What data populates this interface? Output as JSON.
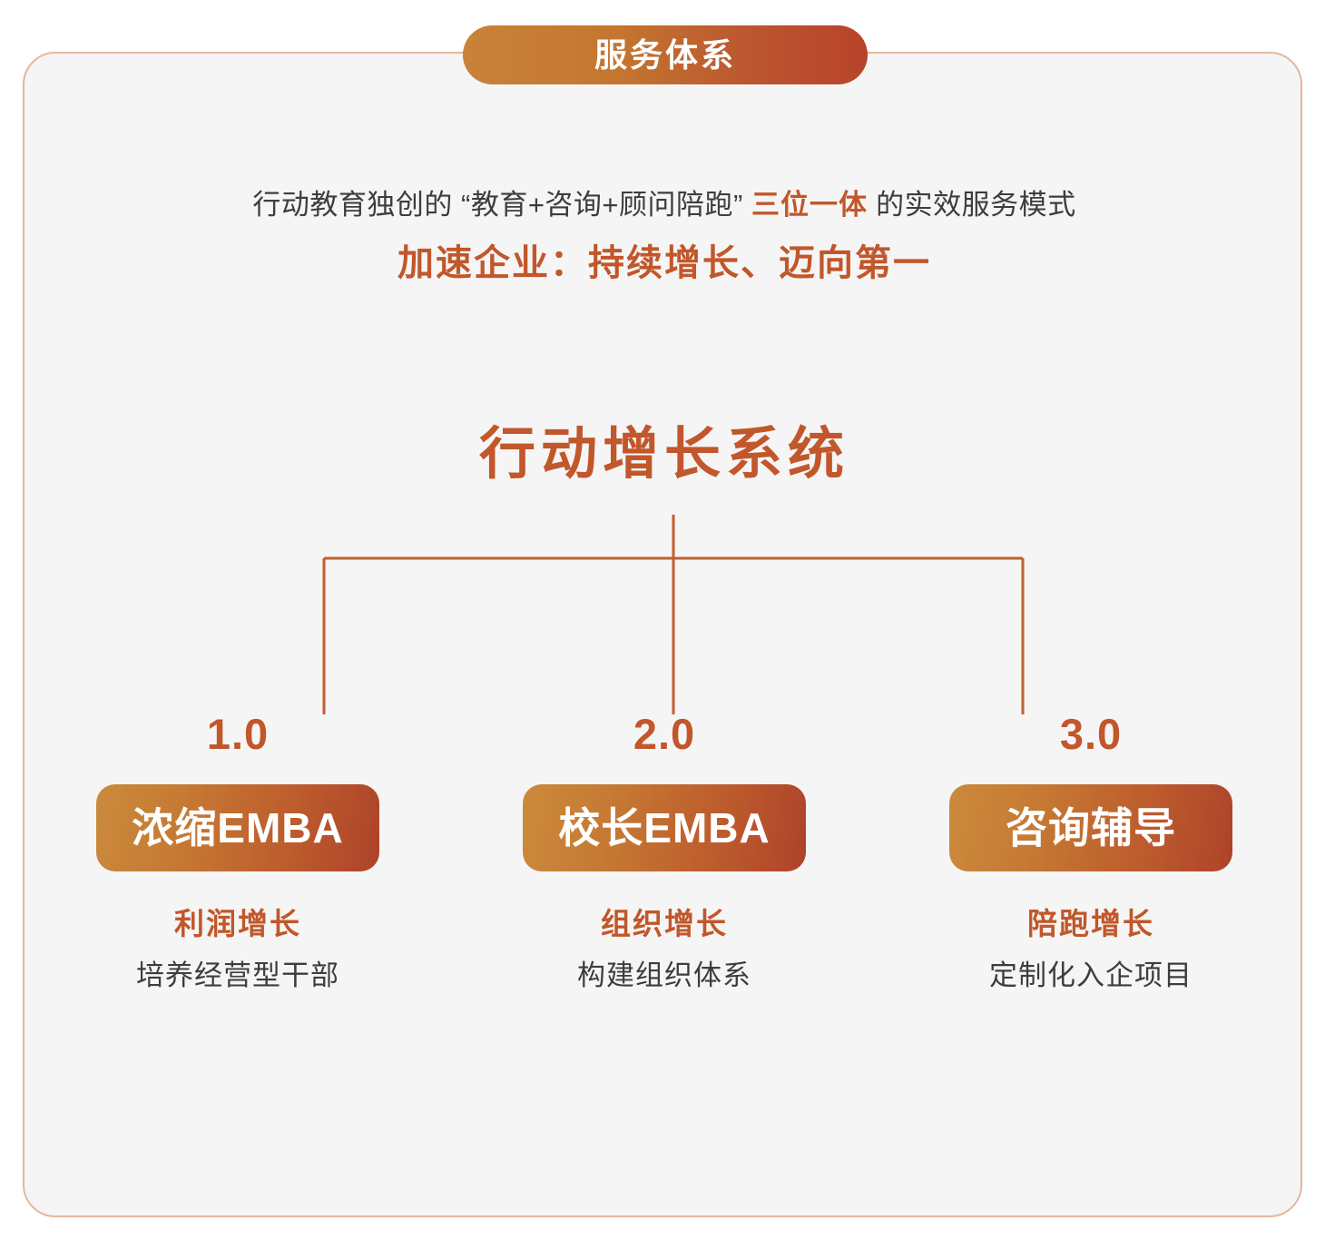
{
  "header": {
    "pill_label": "服务体系"
  },
  "intro": {
    "line1_prefix": "行动教育独创的 “教育+咨询+顾问陪跑” ",
    "line1_highlight": "三位一体",
    "line1_suffix": " 的实效服务模式",
    "line2": "加速企业：持续增长、迈向第一"
  },
  "system": {
    "title": "行动增长系统"
  },
  "columns": [
    {
      "version": "1.0",
      "badge_label": "浓缩EMBA",
      "heading": "利润增长",
      "description": "培养经营型干部"
    },
    {
      "version": "2.0",
      "badge_label": "校长EMBA",
      "heading": "组织增长",
      "description": "构建组织体系"
    },
    {
      "version": "3.0",
      "badge_label": "咨询辅导",
      "heading": "陪跑增长",
      "description": "定制化入企项目"
    }
  ],
  "colors": {
    "accent_orange": "#c1572a",
    "gradient_start": "#cb8a3d",
    "gradient_end": "#ad432a",
    "connector_line": "#c1602e",
    "card_border": "#e4b79c",
    "card_background": "#f5f5f5",
    "body_text": "#3d3d3d"
  }
}
